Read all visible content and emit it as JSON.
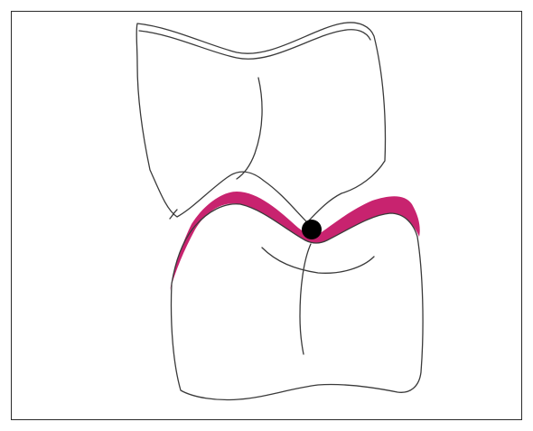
{
  "figure": {
    "description_labels": [],
    "colors": {
      "outline": "#3a3a3a",
      "highlight": "#c8236f",
      "contact_point": "#000000",
      "frame": "#2a2a2a",
      "background": "#ffffff"
    },
    "elements": {
      "upper_tooth": "upper-tooth",
      "lower_tooth": "lower-tooth",
      "highlight_band": "occlusal-surface-highlight",
      "contact_point": "occlusal-contact-point"
    }
  }
}
